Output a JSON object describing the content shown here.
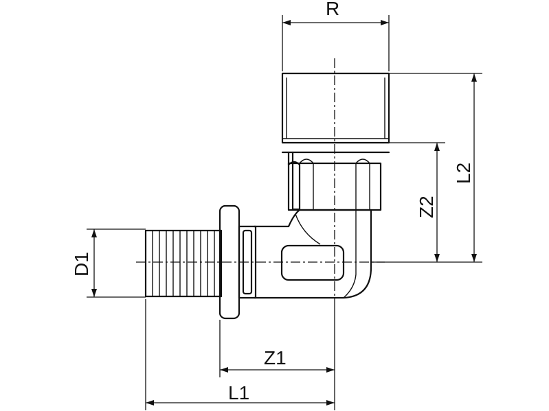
{
  "labels": {
    "R": "R",
    "L2": "L2",
    "Z2": "Z2",
    "D1": "D1",
    "Z1": "Z1",
    "L1": "L1"
  }
}
